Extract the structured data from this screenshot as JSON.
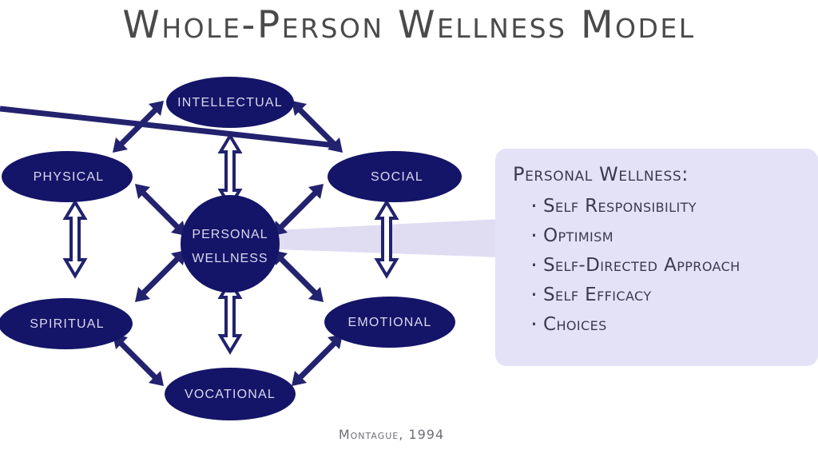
{
  "title": "Whole-Person Wellness Model",
  "attribution": "Montague, 1994",
  "colors": {
    "node_fill": "#141468",
    "node_text": "#d8d8ee",
    "arrow": "#22226e",
    "callout_bg": "#e4e2f7",
    "callout_text": "#3b3b4c",
    "title_text": "#4a4a4a",
    "background": "#ffffff"
  },
  "center": {
    "line1": "PERSONAL",
    "line2": "WELLNESS"
  },
  "nodes": [
    {
      "id": "intellectual",
      "label": "INTELLECTUAL"
    },
    {
      "id": "physical",
      "label": "PHYSICAL"
    },
    {
      "id": "social",
      "label": "SOCIAL"
    },
    {
      "id": "spiritual",
      "label": "SPIRITUAL"
    },
    {
      "id": "emotional",
      "label": "EMOTIONAL"
    },
    {
      "id": "vocational",
      "label": "VOCATIONAL"
    }
  ],
  "callout": {
    "heading": "Personal Wellness:",
    "items": [
      "Self Responsibility",
      "Optimism",
      "Self-Directed Approach",
      "Self Efficacy",
      "Choices"
    ]
  }
}
